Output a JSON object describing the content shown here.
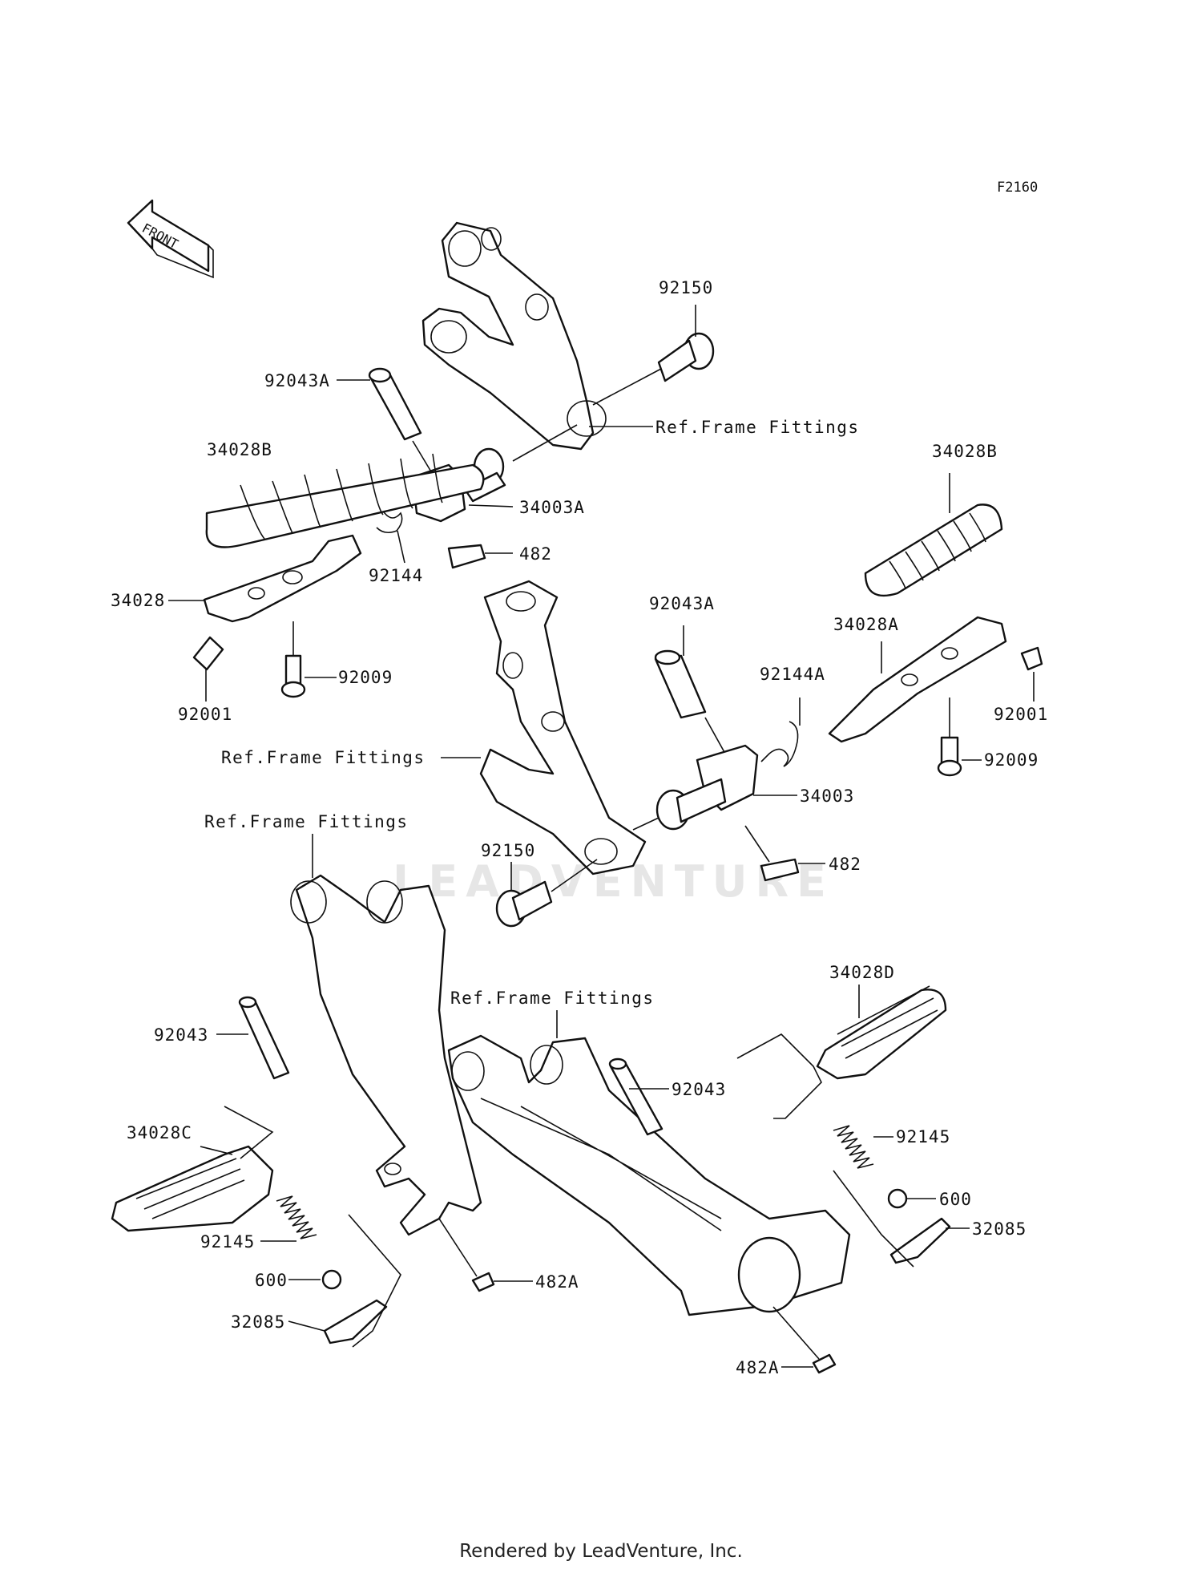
{
  "figure_code": "F2160",
  "front_label": "FRONT",
  "watermark": "LEADVENTURE",
  "footer": "Rendered by LeadVenture, Inc.",
  "labels": {
    "p92150_top": "92150",
    "p92043A_left": "92043A",
    "ref_top": "Ref.Frame Fittings",
    "p34028B_left": "34028B",
    "p34003A": "34003A",
    "p482_top": "482",
    "p92144": "92144",
    "p34028": "34028",
    "p92009_left": "92009",
    "p92001_left": "92001",
    "p34028B_right": "34028B",
    "p92043A_right": "92043A",
    "p34028A": "34028A",
    "p92144A": "92144A",
    "p92001_right": "92001",
    "p92009_right": "92009",
    "ref_mid": "Ref.Frame Fittings",
    "p34003": "34003",
    "p482_mid": "482",
    "p92150_mid": "92150",
    "ref_left_lower": "Ref.Frame Fittings",
    "ref_right_lower": "Ref.Frame Fittings",
    "p34028D": "34028D",
    "p92043_left": "92043",
    "p92043_right": "92043",
    "p34028C": "34028C",
    "p92145_right": "92145",
    "p600_right": "600",
    "p32085_right": "32085",
    "p92145_left": "92145",
    "p600_left": "600",
    "p482A_left": "482A",
    "p32085_left": "32085",
    "p482A_bottom": "482A"
  }
}
